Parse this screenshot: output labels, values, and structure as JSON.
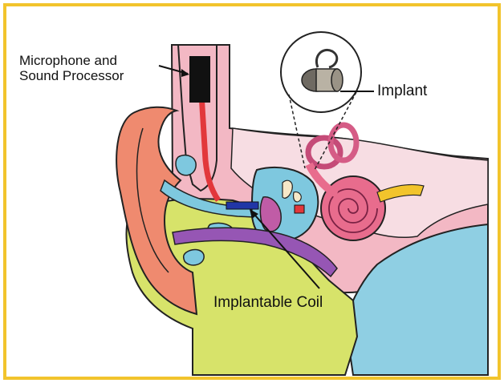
{
  "labels": {
    "microphone_line1": "Microphone and",
    "microphone_line2": "Sound Processor",
    "implant": "Implant",
    "coil": "Implantable Coil"
  },
  "colors": {
    "border": "#f2c42c",
    "ear_outer": "#ef8a6f",
    "canal": "#d7e36a",
    "tissue": "#f3b8c4",
    "bone": "#f6d7de",
    "middle_ear": "#7ec8df",
    "cochlea": "#e86c8d",
    "purple": "#9656b4",
    "processor": "#111111",
    "wire": "#e2373b",
    "coil_blue": "#2136a6"
  }
}
